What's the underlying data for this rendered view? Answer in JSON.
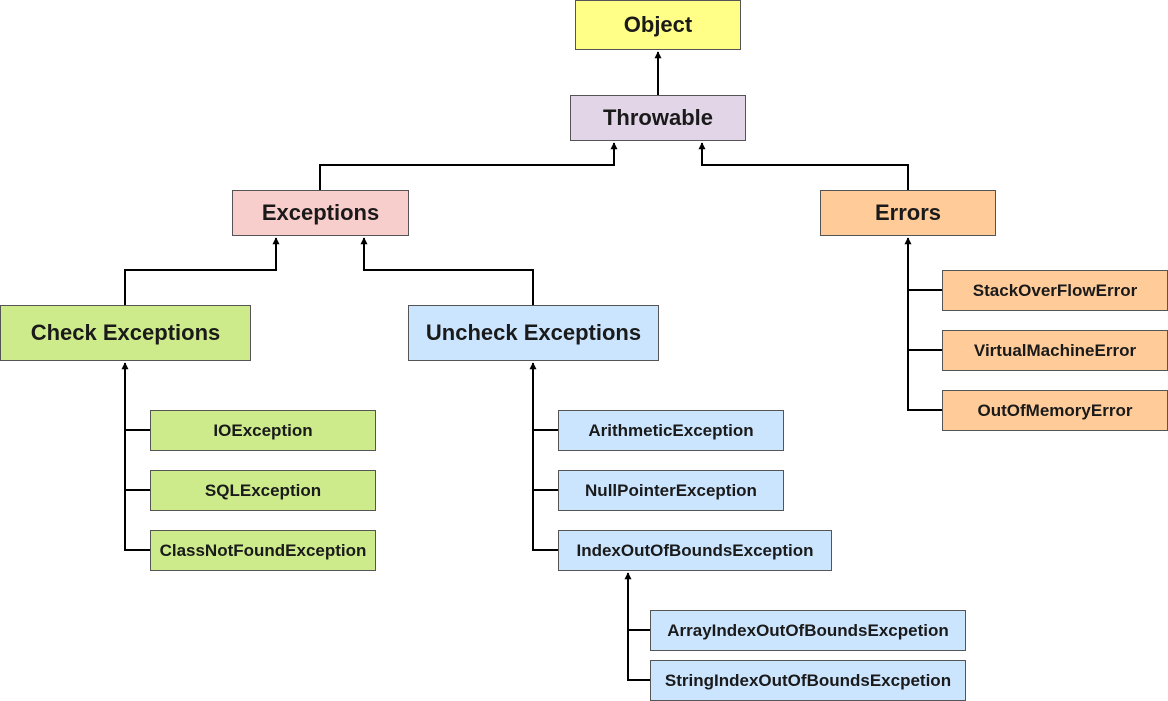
{
  "nodes": {
    "object": "Object",
    "throwable": "Throwable",
    "exceptions": "Exceptions",
    "errors": "Errors",
    "check_exceptions": "Check Exceptions",
    "uncheck_exceptions": "Uncheck Exceptions",
    "io_exception": "IOException",
    "sql_exception": "SQLException",
    "class_not_found_exception": "ClassNotFoundException",
    "arithmetic_exception": "ArithmeticException",
    "null_pointer_exception": "NullPointerException",
    "index_out_of_bounds_exception": "IndexOutOfBoundsException",
    "array_index_out_of_bounds": "ArrayIndexOutOfBoundsExcpetion",
    "string_index_out_of_bounds": "StringIndexOutOfBoundsExcpetion",
    "stack_overflow_error": "StackOverFlowError",
    "virtual_machine_error": "VirtualMachineError",
    "out_of_memory_error": "OutOfMemoryError"
  },
  "colors": {
    "object": "#ffff88",
    "throwable": "#e1d5e7",
    "exceptions": "#f8cecc",
    "errors": "#ffcc99",
    "checked": "#cdeb8b",
    "unchecked": "#cce5ff",
    "edge": "#000000"
  },
  "edges": [
    {
      "from": "throwable",
      "to": "object"
    },
    {
      "from": "exceptions",
      "to": "throwable"
    },
    {
      "from": "errors",
      "to": "throwable"
    },
    {
      "from": "check_exceptions",
      "to": "exceptions"
    },
    {
      "from": "uncheck_exceptions",
      "to": "exceptions"
    },
    {
      "from": "io_exception",
      "to": "check_exceptions"
    },
    {
      "from": "sql_exception",
      "to": "check_exceptions"
    },
    {
      "from": "class_not_found_exception",
      "to": "check_exceptions"
    },
    {
      "from": "arithmetic_exception",
      "to": "uncheck_exceptions"
    },
    {
      "from": "null_pointer_exception",
      "to": "uncheck_exceptions"
    },
    {
      "from": "index_out_of_bounds_exception",
      "to": "uncheck_exceptions"
    },
    {
      "from": "array_index_out_of_bounds",
      "to": "index_out_of_bounds_exception"
    },
    {
      "from": "string_index_out_of_bounds",
      "to": "index_out_of_bounds_exception"
    },
    {
      "from": "stack_overflow_error",
      "to": "errors"
    },
    {
      "from": "virtual_machine_error",
      "to": "errors"
    },
    {
      "from": "out_of_memory_error",
      "to": "errors"
    }
  ]
}
